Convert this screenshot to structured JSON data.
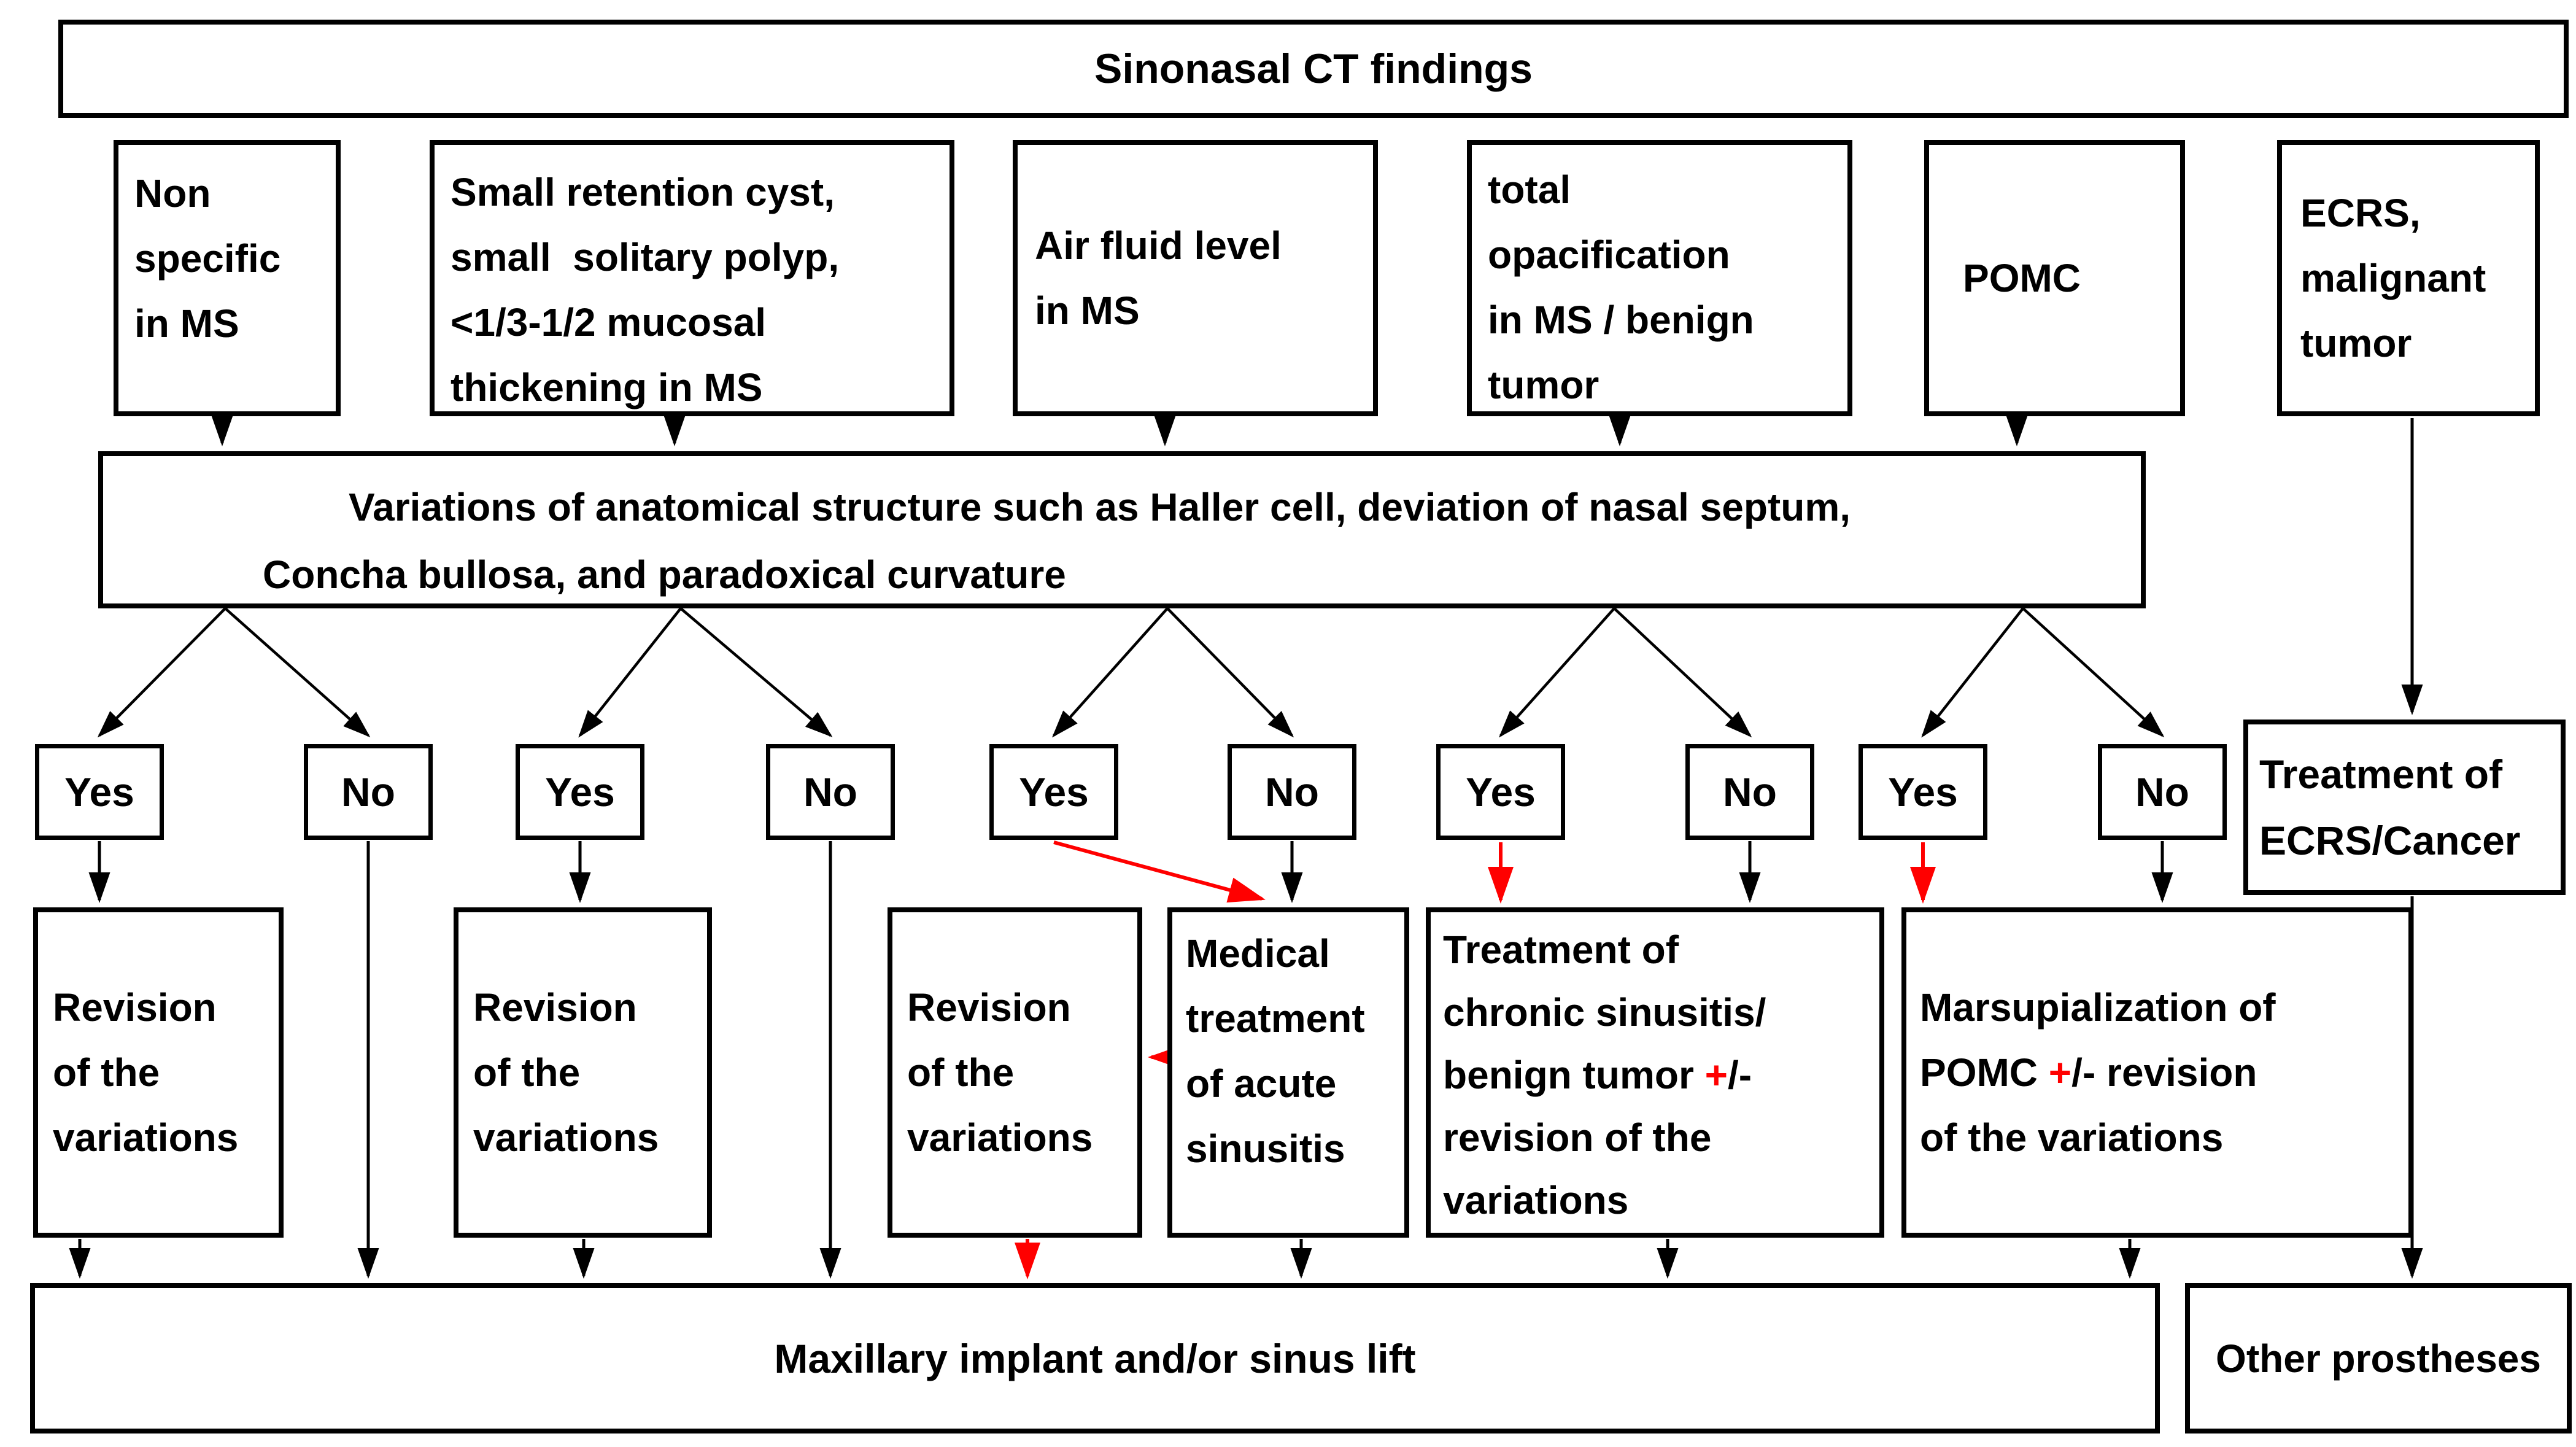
{
  "colors": {
    "red": "#ff0000",
    "ink": "#000000"
  },
  "flowchart": {
    "title": "Sinonasal CT findings",
    "findings": [
      {
        "id": "non-specific",
        "lines": [
          "Non",
          "specific",
          "in MS"
        ]
      },
      {
        "id": "small-retention",
        "lines": [
          "Small retention cyst,",
          "small  solitary polyp,",
          "<1/3-1/2 mucosal",
          "thickening in MS"
        ]
      },
      {
        "id": "air-fluid-level",
        "lines": [
          "Air fluid level",
          "in MS"
        ]
      },
      {
        "id": "total-opacification",
        "lines": [
          "total",
          "opacification",
          "in MS / benign",
          "tumor"
        ]
      },
      {
        "id": "pomc",
        "lines": [
          "POMC"
        ]
      },
      {
        "id": "ecrs-malignant",
        "lines": [
          "ECRS,",
          "malignant",
          "tumor"
        ]
      }
    ],
    "variations_lines": [
      "Variations of anatomical structure such as Haller cell, deviation of nasal septum,",
      "Concha bullosa, and paradoxical curvature"
    ],
    "decision": {
      "yes": "Yes",
      "no": "No"
    },
    "ecrs_treatment_lines": [
      "Treatment of",
      "ECRS/Cancer"
    ],
    "outcomes": [
      {
        "id": "revision-1",
        "lines": [
          "Revision",
          "of the",
          "variations"
        ]
      },
      {
        "id": "revision-2",
        "lines": [
          "Revision",
          "of the",
          "variations"
        ]
      },
      {
        "id": "revision-3",
        "lines": [
          "Revision",
          "of the",
          "variations"
        ]
      },
      {
        "id": "medical-acute",
        "lines": [
          "Medical",
          "treatment",
          "of acute",
          "sinusitis"
        ]
      },
      {
        "id": "chronic-benign",
        "lines": [
          "Treatment of",
          "chronic sinusitis/",
          [
            {
              "t": "benign tumor "
            },
            {
              "t": "+",
              "red": true
            },
            {
              "t": "/-"
            }
          ],
          "revision of the",
          "variations"
        ]
      },
      {
        "id": "marsupialization",
        "lines": [
          "Marsupialization of",
          [
            {
              "t": "POMC "
            },
            {
              "t": "+",
              "red": true
            },
            {
              "t": "/- revision"
            }
          ],
          "of the variations"
        ]
      }
    ],
    "footer": {
      "maxillary": "Maxillary implant and/or sinus lift",
      "other_prostheses": "Other prostheses"
    }
  }
}
